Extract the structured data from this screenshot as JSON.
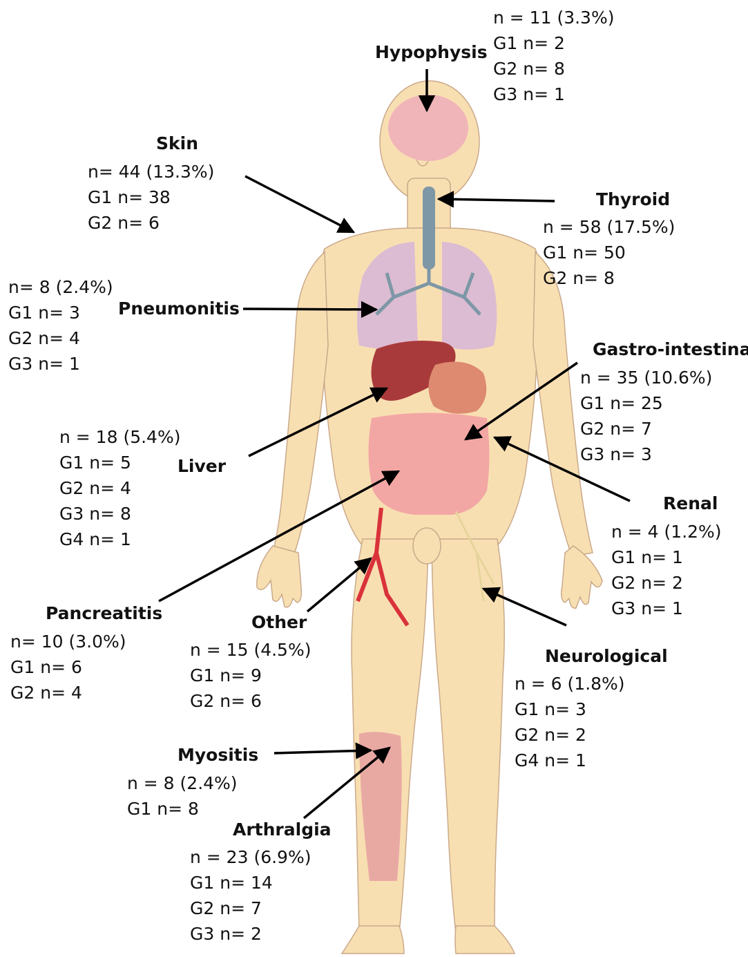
{
  "colors": {
    "skin": "#f8dfb2",
    "skin_outline": "#c9a98a",
    "brain": "#f0b5b8",
    "lung": "#dcbcd2",
    "bronchi": "#7e97a6",
    "liver": "#a93a3c",
    "stomach": "#dd8a70",
    "intestine": "#f3a7a4",
    "artery": "#d9323a",
    "nerve": "#e6d49a",
    "muscle": "#e9a9a3",
    "arrow": "#000000"
  },
  "labels": {
    "hypophysis": {
      "title": "Hypophysis",
      "n": "n = 11 (3.3%)",
      "grades": [
        "G1 n= 2",
        "G2 n= 8",
        "G3 n= 1"
      ]
    },
    "skin": {
      "title": "Skin",
      "n": "n= 44 (13.3%)",
      "grades": [
        "G1 n= 38",
        "G2 n= 6"
      ]
    },
    "thyroid": {
      "title": "Thyroid",
      "n": "n = 58 (17.5%)",
      "grades": [
        "G1 n= 50",
        "G2 n= 8"
      ]
    },
    "pneumonitis": {
      "title": "Pneumonitis",
      "n": "n= 8 (2.4%)",
      "grades": [
        "G1 n= 3",
        "G2 n= 4",
        "G3 n= 1"
      ]
    },
    "gastro": {
      "title": "Gastro-intestinal",
      "n": "n = 35 (10.6%)",
      "grades": [
        "G1 n= 25",
        "G2 n= 7",
        "G3 n= 3"
      ]
    },
    "liver": {
      "title": "Liver",
      "n": "n = 18 (5.4%)",
      "grades": [
        "G1 n= 5",
        "G2 n= 4",
        "G3 n= 8",
        "G4 n= 1"
      ]
    },
    "renal": {
      "title": "Renal",
      "n": "n = 4 (1.2%)",
      "grades": [
        "G1 n= 1",
        "G2 n= 2",
        "G3 n= 1"
      ]
    },
    "pancreatitis": {
      "title": "Pancreatitis",
      "n": "n= 10 (3.0%)",
      "grades": [
        "G1 n= 6",
        "G2 n= 4"
      ]
    },
    "other": {
      "title": "Other",
      "n": "n = 15 (4.5%)",
      "grades": [
        "G1 n= 9",
        "G2 n= 6"
      ]
    },
    "neurological": {
      "title": "Neurological",
      "n": "n = 6 (1.8%)",
      "grades": [
        "G1 n= 3",
        "G2 n= 2",
        "G4 n= 1"
      ]
    },
    "myositis": {
      "title": "Myositis",
      "n": "n = 8 (2.4%)",
      "grades": [
        "G1 n= 8"
      ]
    },
    "arthralgia": {
      "title": "Arthralgia",
      "n": "n = 23 (6.9%)",
      "grades": [
        "G1 n= 14",
        "G2 n= 7",
        "G3 n= 2"
      ]
    }
  }
}
